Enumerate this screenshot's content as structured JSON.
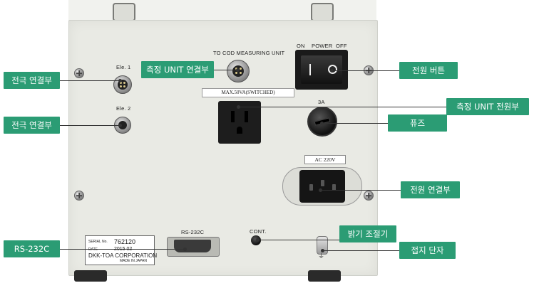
{
  "device_labels": {
    "ele1": "Ele. 1",
    "ele2": "Ele. 2",
    "to_cod": "TO COD MEASURING UNIT",
    "on": "ON",
    "power": "POWER",
    "off": "OFF",
    "max_va": "MAX.50VA(SWITCHED)",
    "fuse_rating": "3A",
    "ac_rating": "AC 220V",
    "rs232c_port": "RS-232C",
    "cont": "CONT."
  },
  "serial_plate": {
    "serial_label": "SERIAL No.",
    "serial_value": "762120",
    "date_label": "DATE",
    "date_value": "2015  02",
    "maker": "DKK-TOA CORPORATION",
    "origin": "MADE IN JAPAN"
  },
  "callouts": {
    "electrode1": "전극 연결부",
    "electrode2": "전극 연결부",
    "measure_unit_conn": "측정 UNIT 연결부",
    "power_button": "전원 버튼",
    "measure_unit_power": "측정 UNIT 전원부",
    "fuse": "퓨즈",
    "power_conn": "전원 연결부",
    "rs232c": "RS-232C",
    "brightness": "밝기 조절기",
    "ground": "접지 단자"
  },
  "colors": {
    "callout_bg": "#2b9c74",
    "panel": "#e9eae4"
  }
}
